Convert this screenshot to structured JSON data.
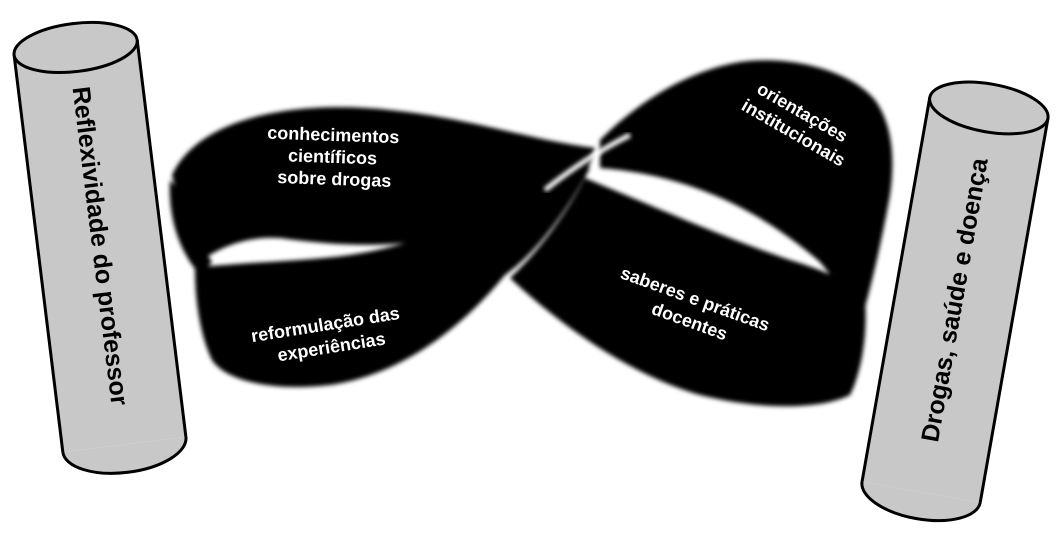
{
  "cylinders": {
    "left": {
      "label": "Reflexividade do professor"
    },
    "right": {
      "label": "Drogas, saúde e doença"
    }
  },
  "band": {
    "top_left": {
      "lines": [
        "conhecimentos",
        "científicos",
        "sobre drogas"
      ]
    },
    "top_right": {
      "lines": [
        "orientações",
        "institucionais"
      ]
    },
    "bottom_right": {
      "lines": [
        "saberes e práticas",
        "docentes"
      ]
    },
    "bottom_left": {
      "lines": [
        "reformulação das",
        "experiências"
      ]
    }
  },
  "colors": {
    "band": "#000000",
    "cylinder_fill": "#c8c8c8",
    "cylinder_stroke": "#000000",
    "band_text": "#ffffff"
  }
}
